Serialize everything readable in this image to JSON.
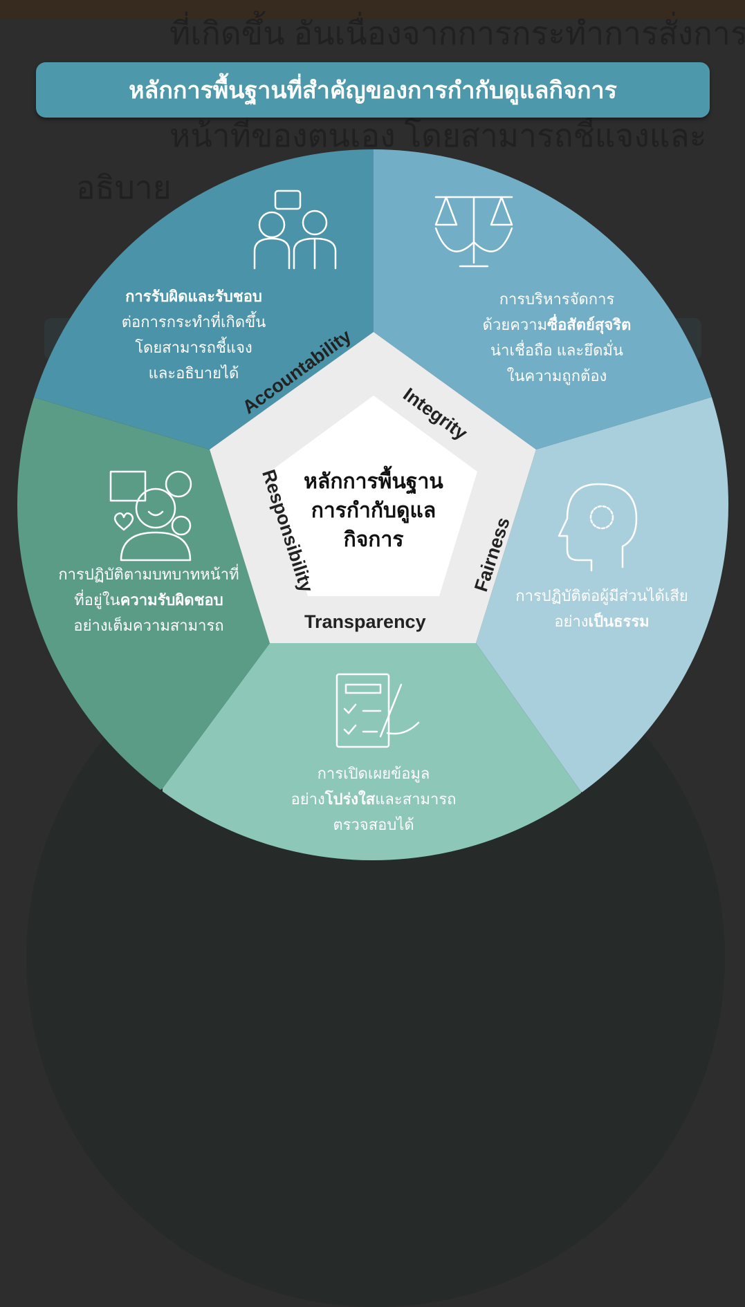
{
  "background_text": [
    "ที่เกิดขึ้น อันเนื่องจากการกระทำการสั่งการ",
    "หน้าที่ของตนเอง โดยสามารถชี้แจงและ",
    "อธิบาย"
  ],
  "title": "หลักการพื้นฐานที่สำคัญของการกำกับดูแลกิจการ",
  "center": [
    "หลักการพื้นฐาน",
    "การกำกับดูแล",
    "กิจการ"
  ],
  "principles": [
    {
      "name": "Accountability",
      "color": "#4a93a8",
      "icon": "people-chat-icon",
      "lines": [
        [
          "การรับผิดและรับชอบ",
          ""
        ],
        [
          "ต่อการกระทำที่เกิดขึ้น",
          ""
        ],
        [
          "โดยสามารถชี้แจง",
          ""
        ],
        [
          "และอธิบายได้",
          ""
        ]
      ],
      "bold": "การรับผิดและรับชอบ"
    },
    {
      "name": "Integrity",
      "color": "#72aec6",
      "icon": "scales-handshake-icon",
      "l1": "การบริหารจัดการ",
      "l2a": "ด้วยความ",
      "l2b": "ซื่อสัตย์สุจริต",
      "l3": "น่าเชื่อถือ และยึดมั่น",
      "l4": "ในความถูกต้อง"
    },
    {
      "name": "Fairness",
      "color": "#a9cfdc",
      "icon": "head-gear-icon",
      "l1": "การปฏิบัติต่อผู้มีส่วนได้เสีย",
      "l2a": "อย่าง",
      "l2b": "เป็นธรรม"
    },
    {
      "name": "Transparency",
      "color": "#8cc7b8",
      "icon": "checklist-pen-icon",
      "l1": "การเปิดเผยข้อมูล",
      "l2a": "อย่าง",
      "l2b": "โปร่งใส",
      "l2c": "และสามารถ",
      "l3": "ตรวจสอบได้"
    },
    {
      "name": "Responsibility",
      "color": "#5a9c86",
      "icon": "businessman-icon",
      "l1": "การปฏิบัติตามบทบาทหน้าที่",
      "l2a": "ที่อยู่ใน",
      "l2b": "ความรับผิดชอบ",
      "l3": "อย่างเต็มความสามารถ"
    }
  ]
}
